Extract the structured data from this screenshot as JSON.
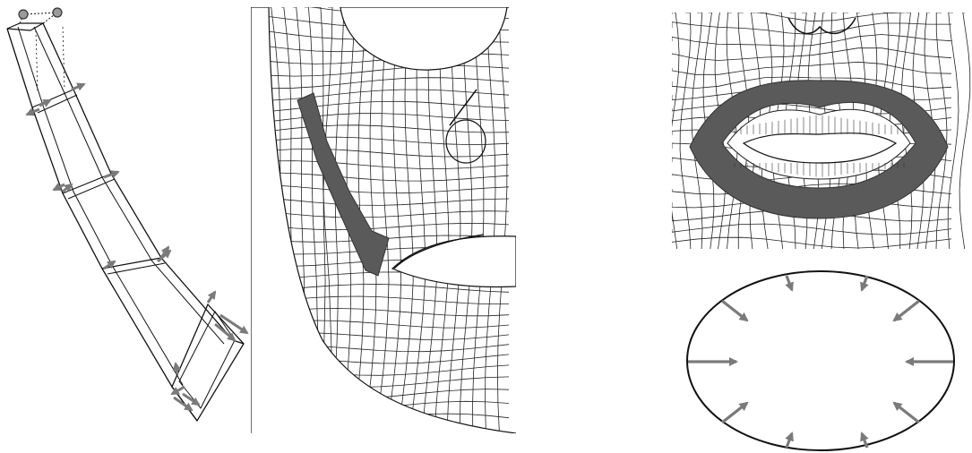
{
  "figure": {
    "panels": [
      {
        "id": "muscle-segment-model",
        "kind": "segmented tube with force arrows and end control points"
      },
      {
        "id": "face-mesh-cheek",
        "kind": "wireframe mesh with shaded linear muscle region"
      },
      {
        "id": "face-mesh-mouth",
        "kind": "wireframe mesh with shaded sphincter muscle ring"
      },
      {
        "id": "sphincter-force-diagram",
        "kind": "ellipse with inward-pointing force arrows",
        "arrow_count": 10
      }
    ],
    "colors": {
      "background": "#ffffff",
      "line": "#111111",
      "muscle_fill": "#5a5a5a",
      "arrow": "#7a7a7a",
      "control_point": "#9a9a9a"
    }
  }
}
